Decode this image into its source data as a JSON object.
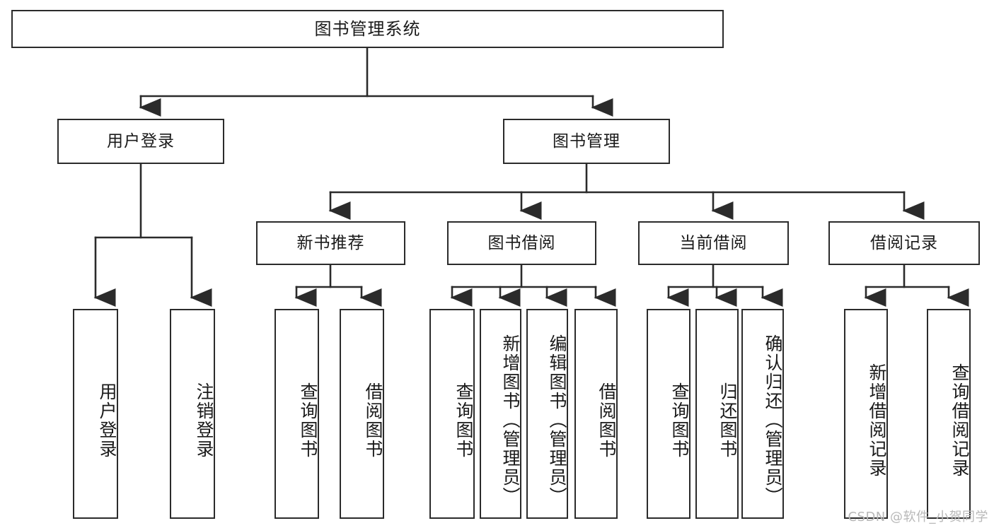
{
  "diagram": {
    "title": "图书管理系统",
    "type": "hierarchy-tree",
    "watermark": "CSDN @软件_小贺同学",
    "colors": {
      "background": "#ffffff",
      "box_border": "#2b2b2b",
      "box_fill": "#ffffff",
      "connector": "#2b2b2b",
      "text": "#1a1a1a",
      "watermark": "#b8b8b8"
    },
    "nodes": {
      "root": {
        "label": "图书管理系统"
      },
      "level2": [
        {
          "id": "user-login",
          "label": "用户登录"
        },
        {
          "id": "book-manage",
          "label": "图书管理"
        }
      ],
      "level3": [
        {
          "id": "new-book-recommend",
          "label": "新书推荐"
        },
        {
          "id": "book-borrow",
          "label": "图书借阅"
        },
        {
          "id": "current-borrow",
          "label": "当前借阅"
        },
        {
          "id": "borrow-record",
          "label": "借阅记录"
        }
      ],
      "leaves": {
        "user-login": [
          {
            "id": "leaf-user-login",
            "label": "用户登录"
          },
          {
            "id": "leaf-user-logout",
            "label": "注销登录"
          }
        ],
        "new-book-recommend": [
          {
            "id": "leaf-query-book-1",
            "label": "查询图书"
          },
          {
            "id": "leaf-borrow-book-1",
            "label": "借阅图书"
          }
        ],
        "book-borrow": [
          {
            "id": "leaf-query-book-2",
            "label": "查询图书"
          },
          {
            "id": "leaf-add-book",
            "label": "新增图书（管理员）"
          },
          {
            "id": "leaf-edit-book",
            "label": "编辑图书（管理员）"
          },
          {
            "id": "leaf-borrow-book-2",
            "label": "借阅图书"
          }
        ],
        "current-borrow": [
          {
            "id": "leaf-query-book-3",
            "label": "查询图书"
          },
          {
            "id": "leaf-return-book",
            "label": "归还图书"
          },
          {
            "id": "leaf-confirm-return",
            "label": "确认归还（管理员）"
          }
        ],
        "borrow-record": [
          {
            "id": "leaf-add-record",
            "label": "新增借阅记录"
          },
          {
            "id": "leaf-query-record",
            "label": "查询借阅记录"
          }
        ]
      }
    }
  }
}
